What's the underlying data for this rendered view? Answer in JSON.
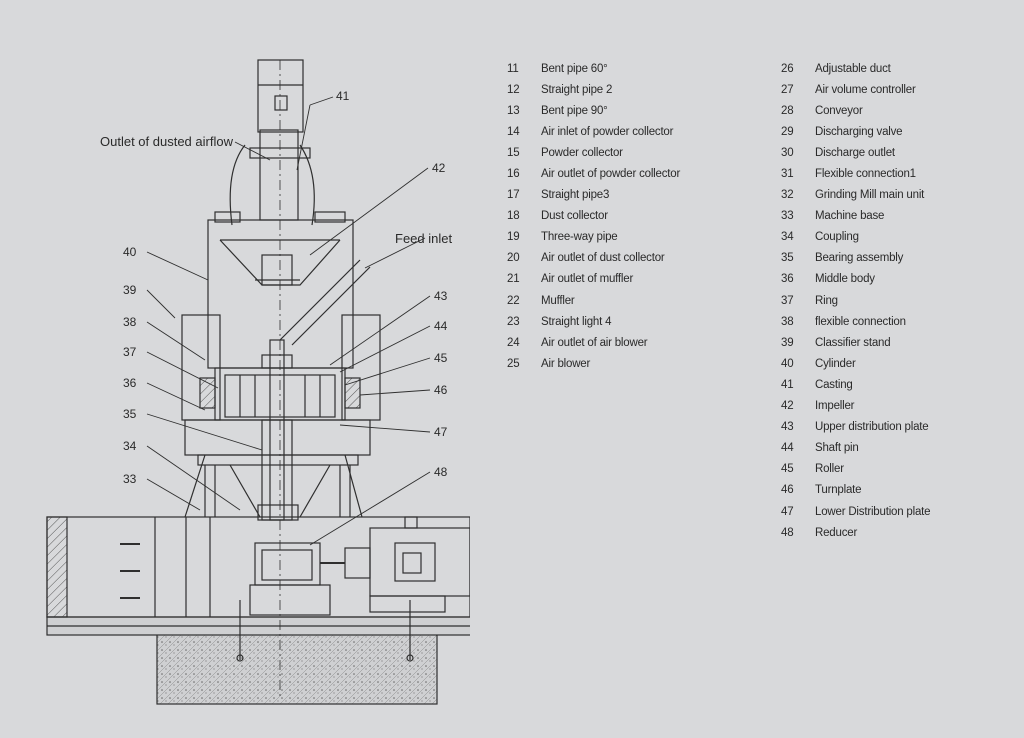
{
  "diagram": {
    "callouts": {
      "outlet": "Outlet of dusted airflow",
      "feed": "Feed inlet",
      "n41": "41",
      "n42": "42",
      "n40": "40",
      "n39": "39",
      "n38": "38",
      "n37": "37",
      "n36": "36",
      "n35": "35",
      "n34": "34",
      "n33": "33",
      "n43": "43",
      "n44": "44",
      "n45": "45",
      "n46": "46",
      "n47": "47",
      "n48": "48"
    }
  },
  "legend": {
    "column1": [
      {
        "num": "11",
        "text": "Bent pipe 60°"
      },
      {
        "num": "12",
        "text": "Straight pipe  2"
      },
      {
        "num": "13",
        "text": "Bent pipe 90°"
      },
      {
        "num": "14",
        "text": "Air inlet of powder collector"
      },
      {
        "num": "15",
        "text": "Powder collector"
      },
      {
        "num": "16",
        "text": "Air outlet of powder collector"
      },
      {
        "num": "17",
        "text": "Straight pipe3"
      },
      {
        "num": "18",
        "text": "Dust collector"
      },
      {
        "num": "19",
        "text": "Three-way pipe"
      },
      {
        "num": "20",
        "text": "Air outlet of dust collector"
      },
      {
        "num": "21",
        "text": "Air outlet of muffler"
      },
      {
        "num": "22",
        "text": "Muffler"
      },
      {
        "num": "23",
        "text": "Straight light 4"
      },
      {
        "num": "24",
        "text": "Air outlet of air blower"
      },
      {
        "num": "25",
        "text": "Air blower"
      }
    ],
    "column2": [
      {
        "num": "26",
        "text": "Adjustable duct"
      },
      {
        "num": "27",
        "text": "Air volume controller"
      },
      {
        "num": "28",
        "text": "Conveyor"
      },
      {
        "num": "29",
        "text": "Discharging valve"
      },
      {
        "num": "30",
        "text": "Discharge outlet"
      },
      {
        "num": "31",
        "text": "Flexible connection1"
      },
      {
        "num": "32",
        "text": "Grinding Mill main unit"
      },
      {
        "num": "33",
        "text": "Machine base"
      },
      {
        "num": "34",
        "text": "Coupling"
      },
      {
        "num": "35",
        "text": "Bearing assembly"
      },
      {
        "num": "36",
        "text": "Middle body"
      },
      {
        "num": "37",
        "text": "Ring"
      },
      {
        "num": "38",
        "text": "flexible connection"
      },
      {
        "num": "39",
        "text": "Classifier stand"
      },
      {
        "num": "40",
        "text": "Cylinder"
      },
      {
        "num": "41",
        "text": "Casting"
      },
      {
        "num": "42",
        "text": "Impeller"
      },
      {
        "num": "43",
        "text": "Upper distribution plate"
      },
      {
        "num": "44",
        "text": "Shaft pin"
      },
      {
        "num": "45",
        "text": "Roller"
      },
      {
        "num": "46",
        "text": "Turnplate"
      },
      {
        "num": "47",
        "text": "Lower Distribution plate"
      },
      {
        "num": "48",
        "text": "Reducer"
      }
    ]
  },
  "colors": {
    "background": "#d8d9db",
    "line": "#2f2f2f",
    "hatch": "#555555"
  }
}
